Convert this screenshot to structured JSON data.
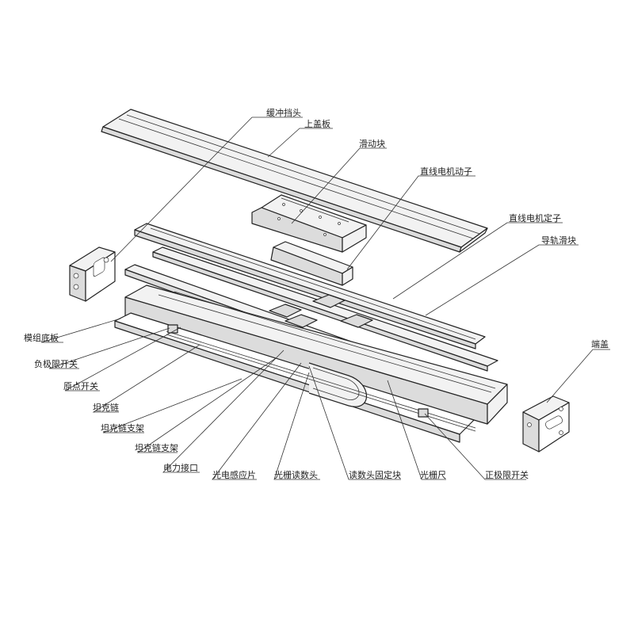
{
  "labels": {
    "buffer_stop": "缓冲挡头",
    "top_cover": "上盖板",
    "slider_block": "滑动块",
    "motor_mover": "直线电机动子",
    "motor_stator": "直线电机定子",
    "rail_slider": "导轨滑块",
    "module_base": "模组底板",
    "neg_limit": "负极限开关",
    "origin_switch": "原点开关",
    "drag_chain": "坦克链",
    "chain_bracket_1": "坦克链支架",
    "chain_bracket_2": "坦克链支架",
    "power_port": "电力接口",
    "photo_sensor": "光电感应片",
    "grating_head": "光栅读数头",
    "head_mount": "读数头固定块",
    "grating_scale": "光栅尺",
    "pos_limit": "正极限开关",
    "end_cap": "端盖"
  }
}
